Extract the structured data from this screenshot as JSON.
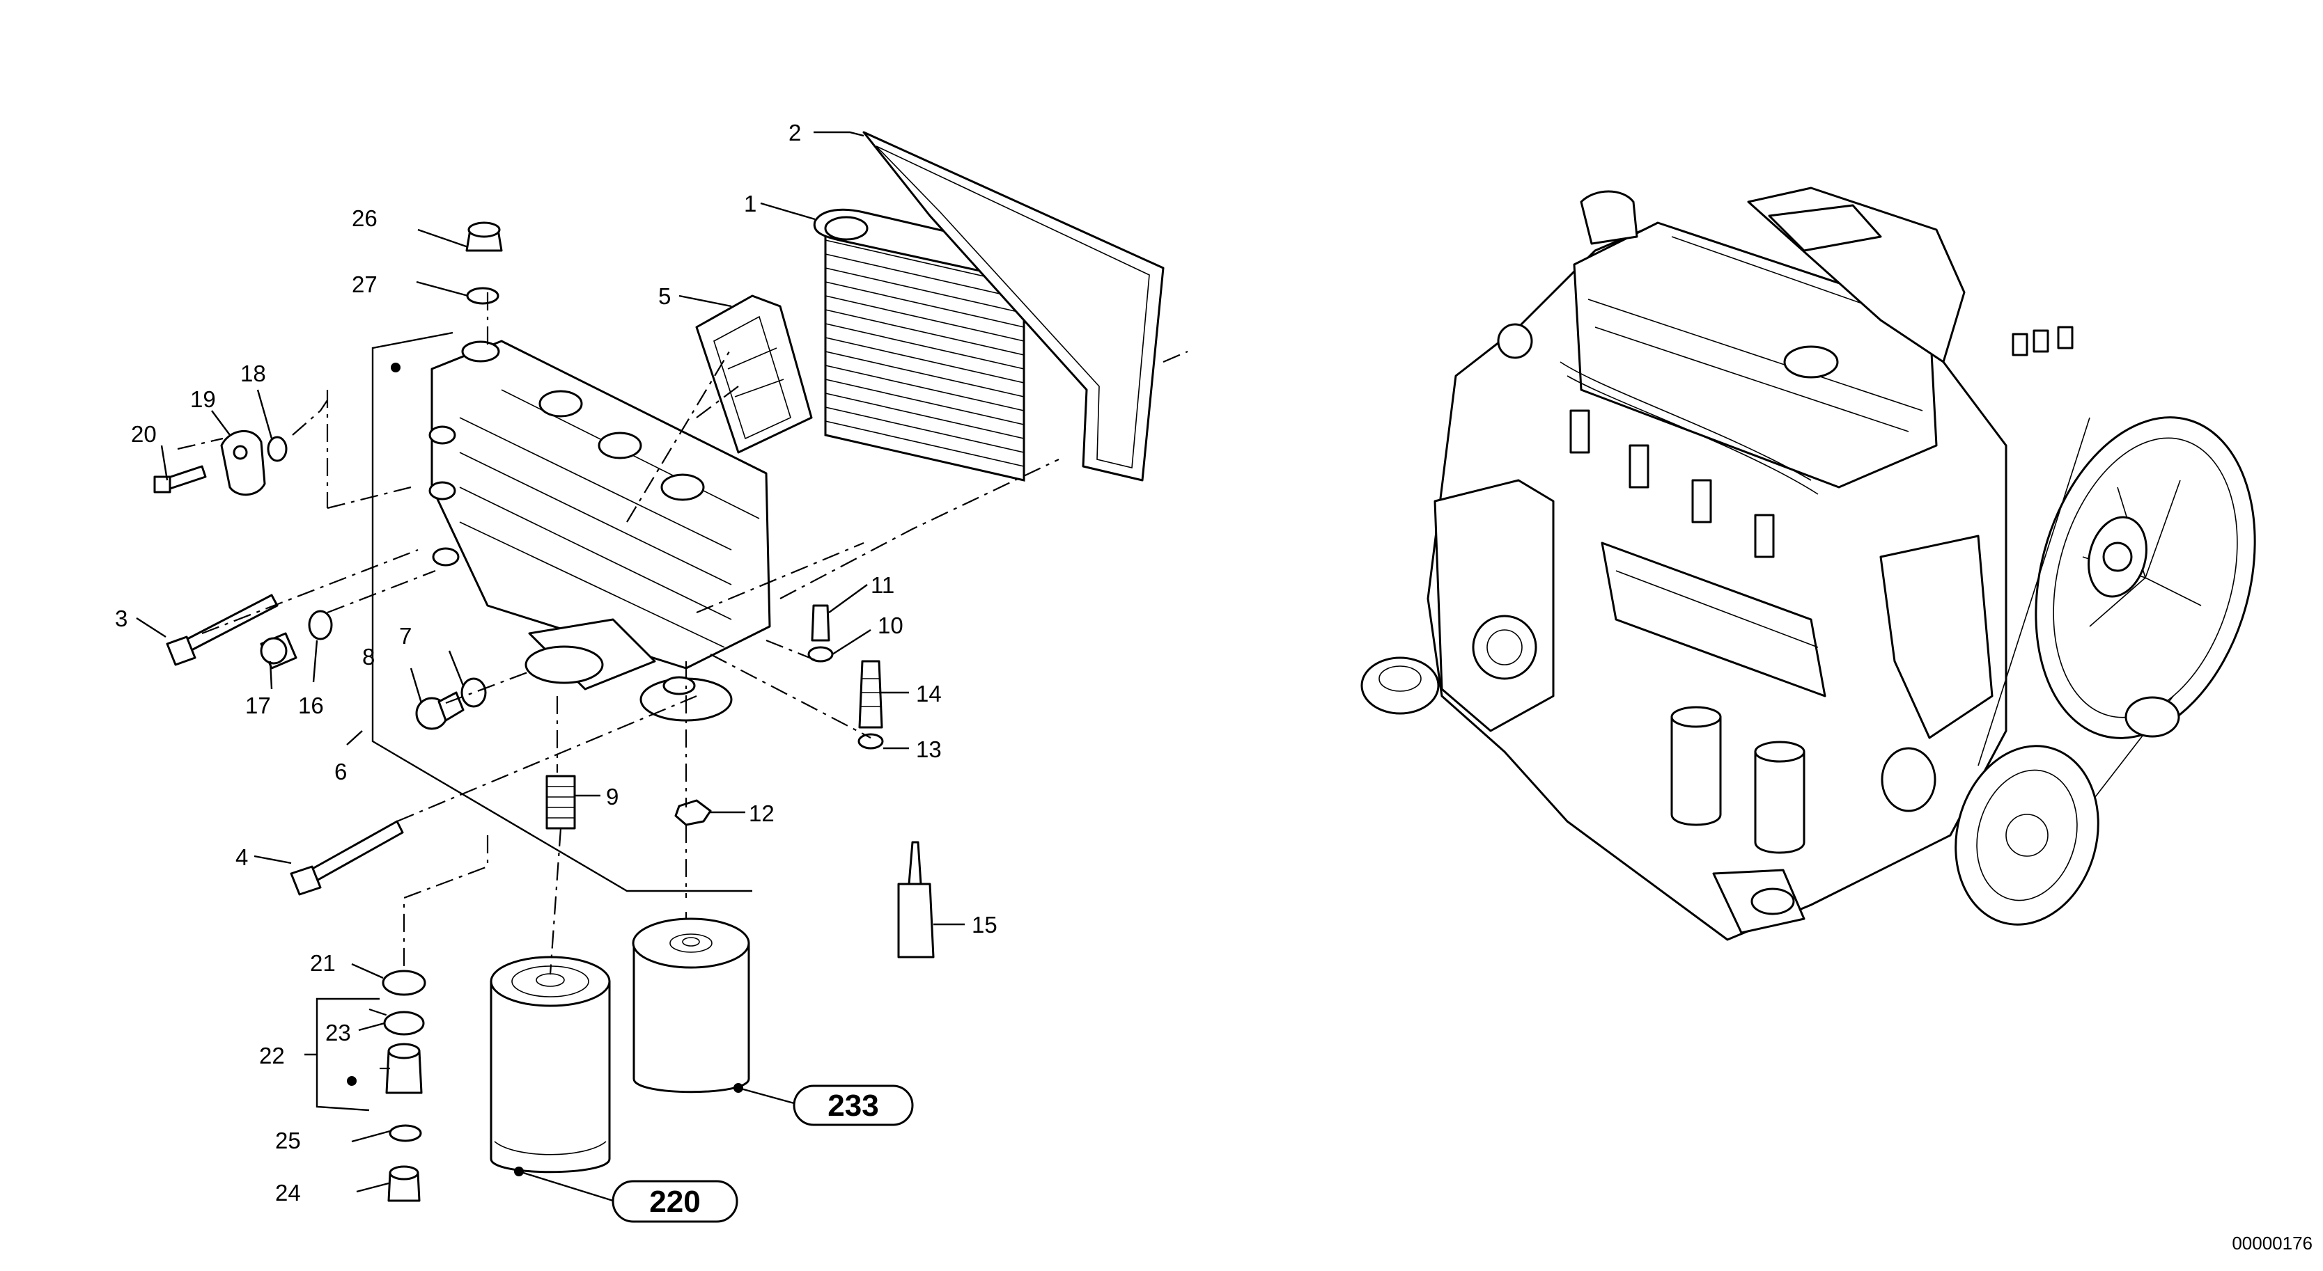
{
  "labels": {
    "l1": "1",
    "l2": "2",
    "l3": "3",
    "l4": "4",
    "l5": "5",
    "l6": "6",
    "l7": "7",
    "l8": "8",
    "l9": "9",
    "l10": "10",
    "l11": "11",
    "l12": "12",
    "l13": "13",
    "l14": "14",
    "l15": "15",
    "l16": "16",
    "l17": "17",
    "l18": "18",
    "l19": "19",
    "l20": "20",
    "l21": "21",
    "l22": "22",
    "l23": "23",
    "l24": "24",
    "l25": "25",
    "l26": "26",
    "l27": "27"
  },
  "references": {
    "r220": "220",
    "r233": "233"
  },
  "document_id": "00000176"
}
